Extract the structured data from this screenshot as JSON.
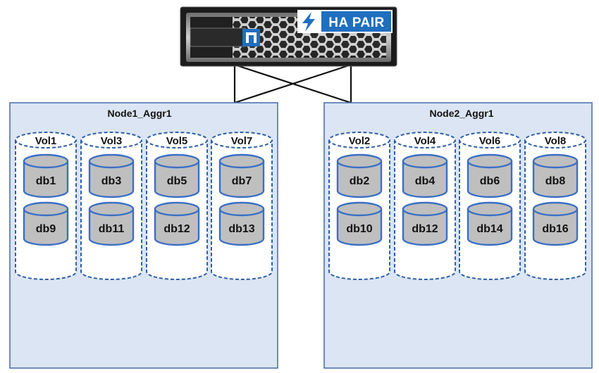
{
  "colors": {
    "aggregate_fill": "#dbe5f3",
    "aggregate_border": "#4e73b0",
    "volume_fill": "#ffffff",
    "volume_border": "#2f5fa8",
    "database_fill": "#bfbfbf",
    "database_border": "#3b6fc4",
    "badge_blue": "#1f6fbf",
    "device_body": "#1b1b1b"
  },
  "device": {
    "badge_label": "HA PAIR",
    "badge_icon": "lightning-bolt-icon",
    "logo_icon": "netapp-logo-icon"
  },
  "aggregates": [
    {
      "title": "Node1_Aggr1",
      "volumes": [
        {
          "label": "Vol1",
          "databases": [
            "db1",
            "db9"
          ]
        },
        {
          "label": "Vol3",
          "databases": [
            "db3",
            "db11"
          ]
        },
        {
          "label": "Vol5",
          "databases": [
            "db5",
            "db12"
          ]
        },
        {
          "label": "Vol7",
          "databases": [
            "db7",
            "db13"
          ]
        }
      ]
    },
    {
      "title": "Node2_Aggr1",
      "volumes": [
        {
          "label": "Vol2",
          "databases": [
            "db2",
            "db10"
          ]
        },
        {
          "label": "Vol4",
          "databases": [
            "db4",
            "db12"
          ]
        },
        {
          "label": "Vol6",
          "databases": [
            "db6",
            "db14"
          ]
        },
        {
          "label": "Vol8",
          "databases": [
            "db8",
            "db16"
          ]
        }
      ]
    }
  ]
}
